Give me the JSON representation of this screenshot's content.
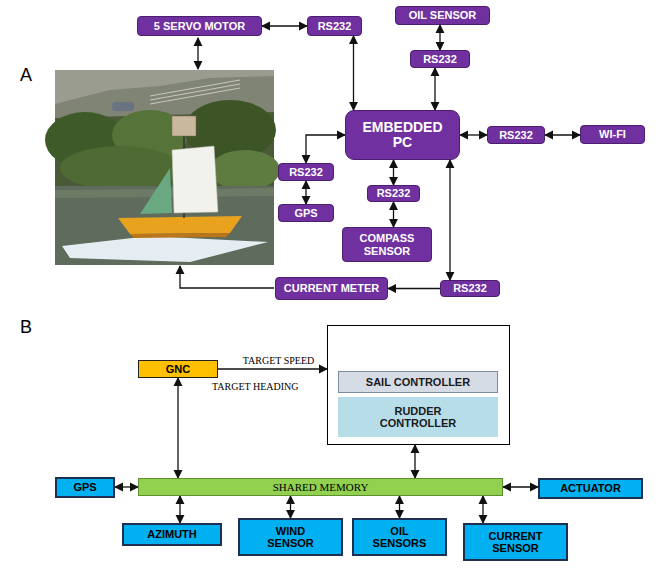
{
  "diagram": {
    "nodes": [
      {
        "text": [
          "5 SERVO MOTOR"
        ]
      },
      {
        "text": [
          "RS232"
        ]
      },
      {
        "text": [
          "OIL SENSOR"
        ]
      },
      {
        "text": [
          "RS232"
        ]
      },
      {
        "text": [
          "EMBEDDED PC"
        ]
      },
      {
        "text": [
          "RS232"
        ]
      },
      {
        "text": [
          "WI-FI"
        ]
      },
      {
        "text": [
          "RS232"
        ]
      },
      {
        "text": [
          "GPS"
        ]
      },
      {
        "text": [
          "RS232"
        ]
      },
      {
        "text": [
          "COMPASS SENSOR"
        ]
      },
      {
        "text": [
          "RS232"
        ]
      },
      {
        "text": [
          "CURRENT METER"
        ]
      },
      {
        "text": [
          "GNC"
        ]
      },
      {
        "text": []
      },
      {
        "text": [
          "SAIL CONTROLLER"
        ],
        "in": 14
      },
      {
        "text": [
          "RUDDER CONTROLLER"
        ],
        "in": 14
      },
      {
        "text": [
          "SHARED MEMORY"
        ]
      },
      {
        "text": [
          "GPS"
        ]
      },
      {
        "text": [
          "ACTUATOR"
        ]
      },
      {
        "text": [
          "AZIMUTH"
        ]
      },
      {
        "text": [
          "WIND SENSOR"
        ]
      },
      {
        "text": [
          "OIL SENSORS"
        ]
      },
      {
        "text": [
          "CURRENT SENSOR"
        ]
      }
    ],
    "edges": [
      {
        "from": 0,
        "to": 1,
        "arrow": "both"
      },
      {
        "from": 1,
        "to": 4,
        "arrow": "both"
      },
      {
        "from": 2,
        "to": 3,
        "arrow": "both"
      },
      {
        "from": 3,
        "to": 4,
        "arrow": "both"
      },
      {
        "from": 4,
        "to": 5,
        "arrow": "both"
      },
      {
        "from": 5,
        "to": 6,
        "arrow": "both"
      },
      {
        "from": 7,
        "to": 4,
        "arrow": "both"
      },
      {
        "from": 7,
        "to": 8,
        "arrow": "both"
      },
      {
        "from": 4,
        "to": 9,
        "arrow": "both"
      },
      {
        "from": 9,
        "to": 10,
        "arrow": "both"
      },
      {
        "from": 4,
        "to": 11,
        "arrow": "both"
      },
      {
        "from": 11,
        "to": 12,
        "arrow": "to"
      },
      {
        "from": 13,
        "to": 14,
        "label": "TARGET SPEED",
        "arrow": "to"
      },
      {
        "from": 13,
        "to": 17,
        "arrow": "both"
      },
      {
        "from": 14,
        "to": 17,
        "arrow": "both"
      },
      {
        "from": 18,
        "to": 17,
        "arrow": "both"
      },
      {
        "from": 17,
        "to": 19,
        "arrow": "both"
      },
      {
        "from": 17,
        "to": 20,
        "arrow": "both"
      },
      {
        "from": 17,
        "to": 21,
        "arrow": "both"
      },
      {
        "from": 17,
        "to": 22,
        "arrow": "both"
      },
      {
        "from": 17,
        "to": 23,
        "arrow": "both"
      }
    ],
    "labels": [
      "A",
      "B",
      "TARGET HEADING"
    ]
  }
}
